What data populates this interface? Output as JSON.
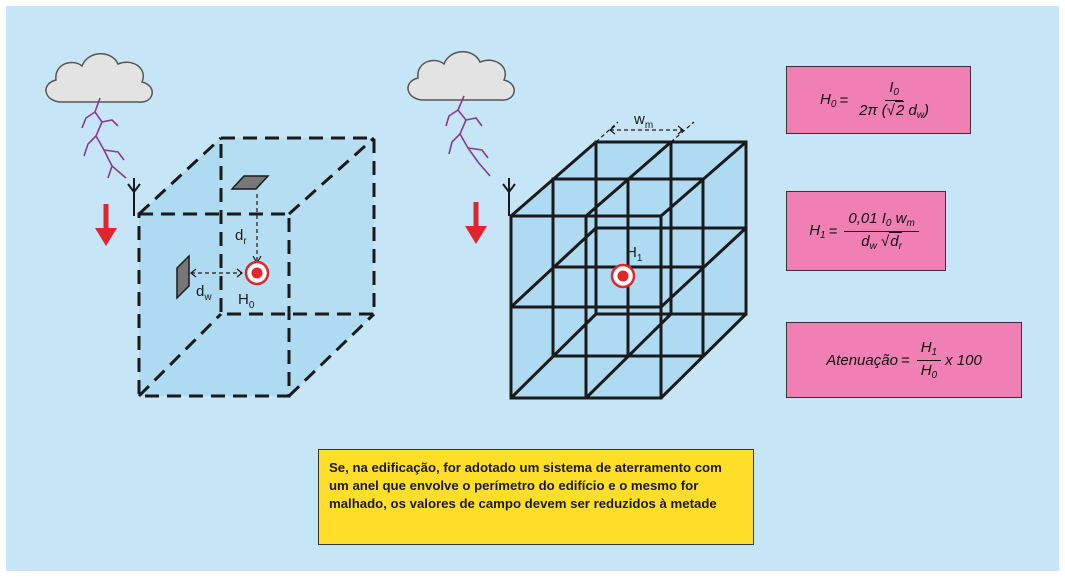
{
  "labels": {
    "dw": "d",
    "dw_sub": "w",
    "dr": "d",
    "dr_sub": "r",
    "h0": "H",
    "h0_sub": "0",
    "h1": "H",
    "h1_sub": "1",
    "wm": "w",
    "wm_sub": "m"
  },
  "formulas": {
    "h0": {
      "lhs": "H",
      "lhs_sub": "0",
      "eq": "=",
      "num": "I",
      "num_sub": "0",
      "den_pre": "2π (",
      "den_sqrt": "2",
      "den_d": " d",
      "den_d_sub": "w",
      "den_post": ")"
    },
    "h1": {
      "lhs": "H",
      "lhs_sub": "1",
      "eq": "=",
      "num_a": "0,01 I",
      "num_a_sub": "0",
      "num_b": " w",
      "num_b_sub": "m",
      "den_d": "d",
      "den_d_sub": "w",
      "den_sqrt_d": "d",
      "den_sqrt_sub": "r"
    },
    "att": {
      "lhs": "Atenuação",
      "eq": "=",
      "num": "H",
      "num_sub": "1",
      "den": "H",
      "den_sub": "0",
      "tail": "x 100"
    }
  },
  "note": {
    "text": "Se, na edificação, for adotado um sistema de aterramento com um anel que envolve o perímetro do edifício e o mesmo for malhado, os valores de campo devem ser reduzidos à metade"
  },
  "colors": {
    "panel": "#c6e6f8",
    "box_fill": "#a9d8f0",
    "formula_box": "#f07fb4",
    "note_box": "#ffde2a",
    "arrow_red": "#e0262b",
    "lightning": "#8a3a8c"
  }
}
